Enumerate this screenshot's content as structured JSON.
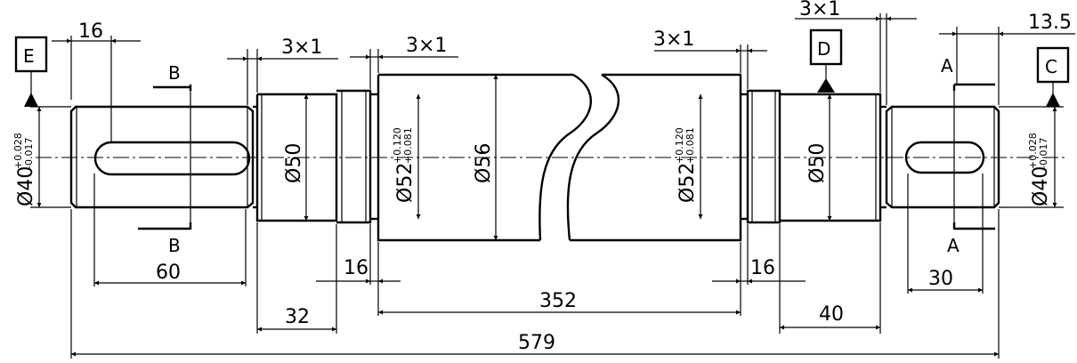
{
  "dimensions": {
    "overall_length": "579",
    "left_journal_length": "16",
    "keyway_length_left": "60",
    "shoulder_length_left": "32",
    "ring_length_left": "16",
    "body_length": "352",
    "ring_length_right": "16",
    "journal_length_right": "40",
    "keyway_length_right": "30",
    "right_end_offset": "13.5",
    "groove_1": "3×1",
    "groove_2": "3×1",
    "groove_3": "3×1",
    "groove_4": "3×1"
  },
  "diameters": {
    "left_end": {
      "symbol": "Ø",
      "value": "40",
      "upper": "+0.028",
      "lower": "-0.017"
    },
    "left_journal": {
      "symbol": "Ø",
      "value": "50"
    },
    "left_seat": {
      "symbol": "Ø",
      "value": "52",
      "upper": "+0.120",
      "lower": "+0.081"
    },
    "body": {
      "symbol": "Ø",
      "value": "56"
    },
    "right_seat": {
      "symbol": "Ø",
      "value": "52",
      "upper": "+0.120",
      "lower": "+0.081"
    },
    "right_journal": {
      "symbol": "Ø",
      "value": "50"
    },
    "right_end": {
      "symbol": "Ø",
      "value": "40",
      "upper": "+0.028",
      "lower": "-0.017"
    }
  },
  "datums": [
    "E",
    "D",
    "C"
  ],
  "sections": {
    "left": {
      "top": "B",
      "bottom": "B"
    },
    "right": {
      "top": "A",
      "bottom": "A"
    }
  }
}
